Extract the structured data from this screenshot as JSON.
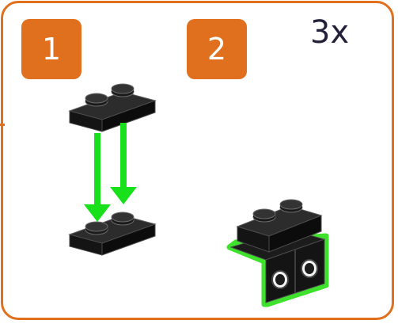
{
  "steps": [
    {
      "number": "1"
    },
    {
      "number": "2"
    }
  ],
  "quantity": "3x",
  "colors": {
    "frame": "#e0701e",
    "badge": "#e0701e",
    "brick": "#1d1d1d",
    "highlight": "#3ee12c",
    "arrow": "#18e11c"
  },
  "icons": {
    "step1": "plate-1x2-stack-arrows",
    "step2": "bracket-with-plate"
  }
}
